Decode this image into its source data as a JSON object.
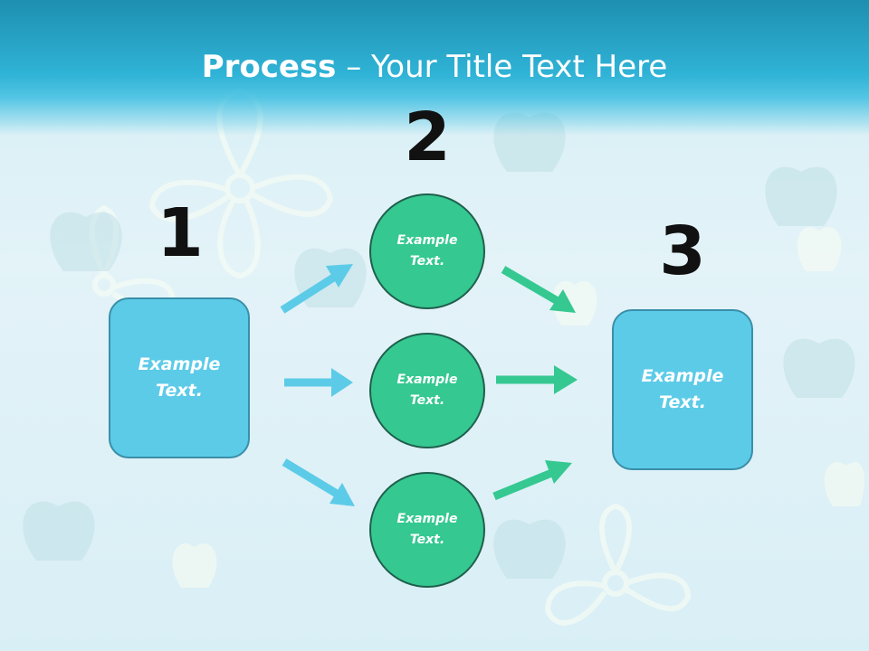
{
  "title": {
    "bold": "Process",
    "rest": " – Your Title Text Here"
  },
  "steps": {
    "one": {
      "number": "1",
      "text": "Example Text."
    },
    "two": {
      "number": "2",
      "items": [
        "Example Text.",
        "Example Text.",
        "Example Text."
      ]
    },
    "three": {
      "number": "3",
      "text": "Example Text."
    }
  },
  "colors": {
    "title_bar": "#2fb3d6",
    "box_fill": "#5ccbe8",
    "circle_fill": "#35c891",
    "arrow_blue": "#5ccbe8",
    "arrow_green": "#35c891"
  }
}
